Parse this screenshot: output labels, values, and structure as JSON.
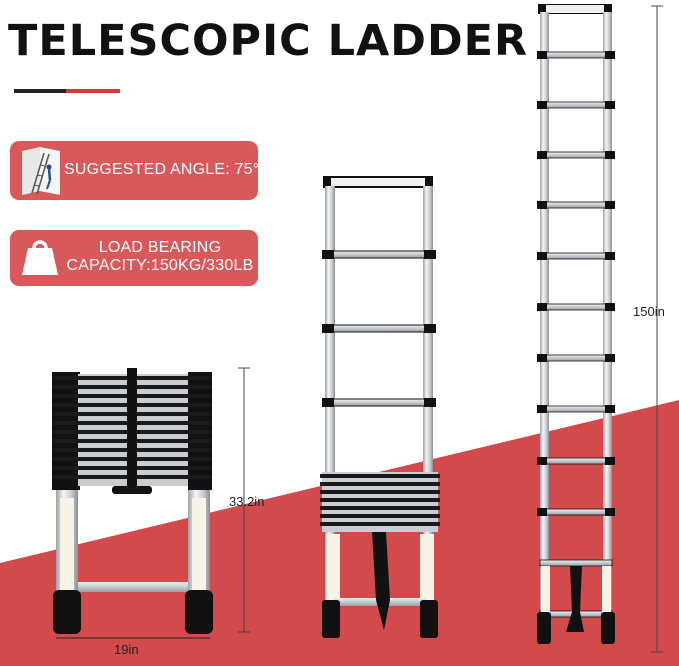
{
  "title": "TELESCOPIC LADDER",
  "features": [
    {
      "icon": "ladder-angle-illustration",
      "text": "SUGGESTED ANGLE: 75°"
    },
    {
      "icon": "weight-icon",
      "line1": "LOAD BEARING",
      "line2": "CAPACITY:150KG/330LB"
    }
  ],
  "dimensions": {
    "folded_height": "33.2in",
    "width": "19in",
    "extended_height": "150in"
  },
  "colors": {
    "accent_red": "#d9585a",
    "floor_red": "#d24a4c",
    "title_black": "#111111"
  }
}
